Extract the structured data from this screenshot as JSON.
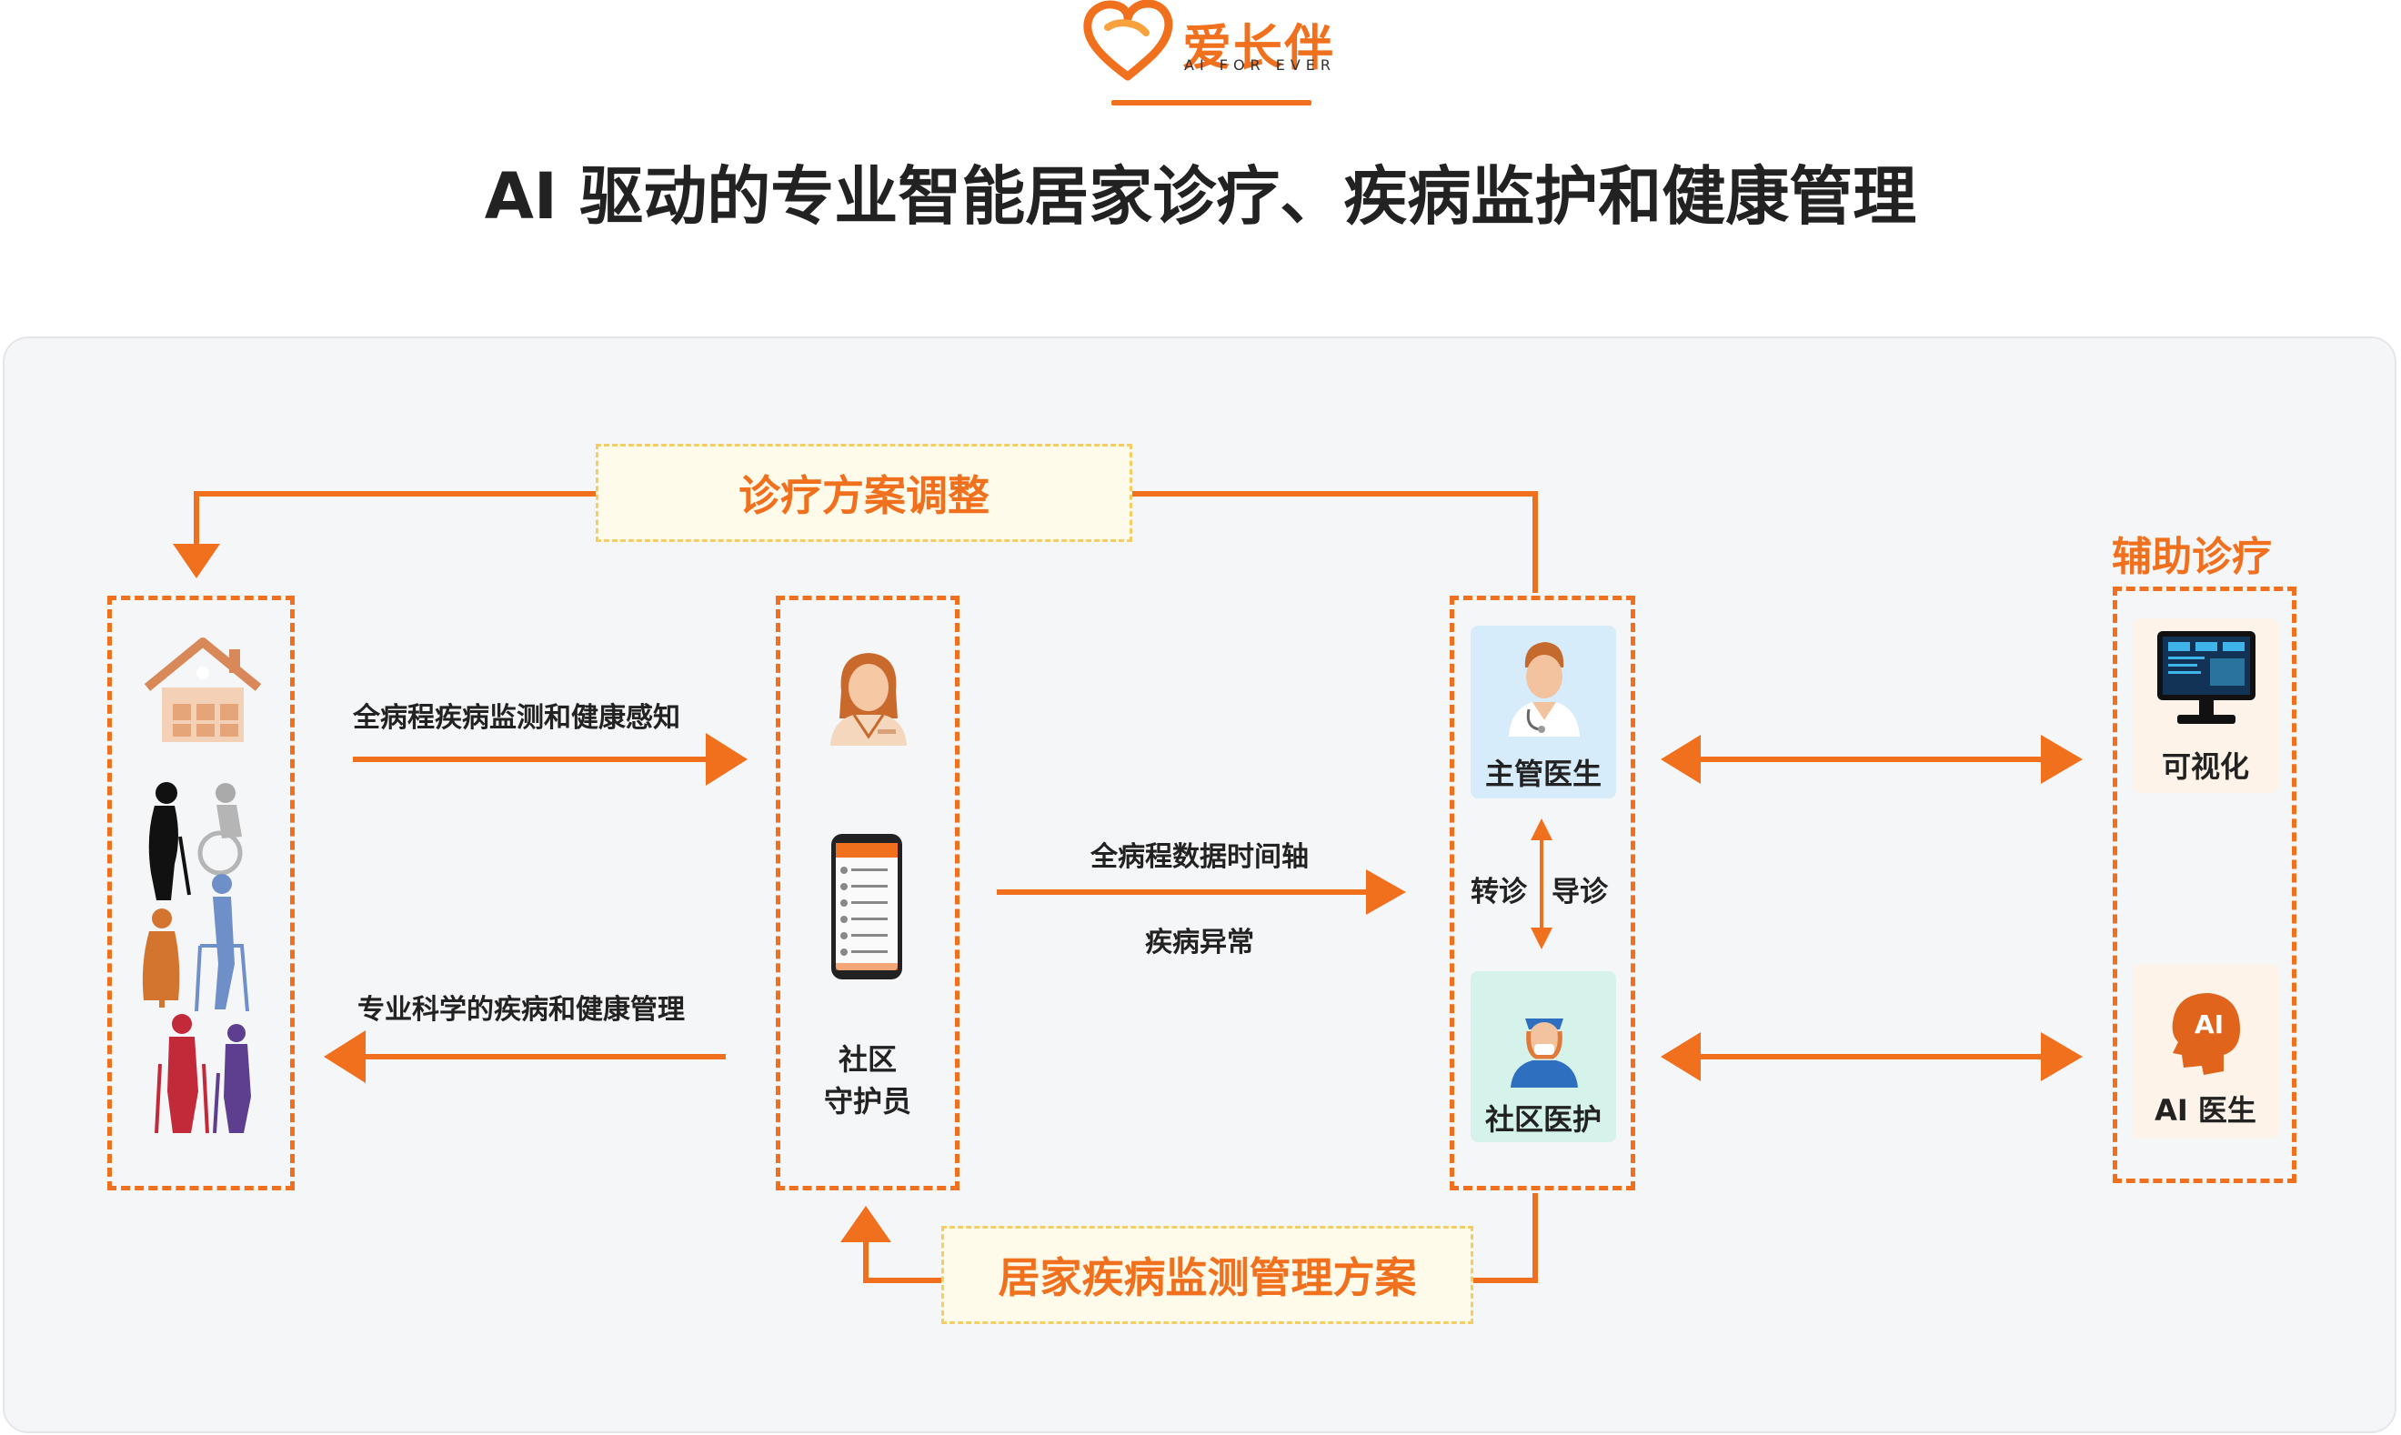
{
  "logo": {
    "name": "爱长伴",
    "tagline": "AI FOR EVER"
  },
  "title": "AI 驱动的专业智能居家诊疗、疾病监护和健康管理",
  "feedback_top": "诊疗方案调整",
  "feedback_bottom": "居家疾病监测管理方案",
  "flows": {
    "to_guardian": "全病程疾病监测和健康感知",
    "to_patients": "专业科学的疾病和健康管理",
    "to_doctors_top": "全病程数据时间轴",
    "to_doctors_bottom": "疾病异常"
  },
  "guardian": {
    "line1": "社区",
    "line2": "守护员"
  },
  "doctors": {
    "primary": "主管医生",
    "community": "社区医护",
    "transfer": "转诊",
    "guide": "导诊"
  },
  "assist": {
    "title": "辅助诊疗",
    "visualization": "可视化",
    "ai_doctor": "AI 医生",
    "ai_badge": "AI"
  },
  "colors": {
    "accent": "#f0701e",
    "label_bg": "#fffbea",
    "primary_card": "#d6ecfb",
    "community_card": "#d5f3ea",
    "assist_card": "#fdf3e8"
  }
}
